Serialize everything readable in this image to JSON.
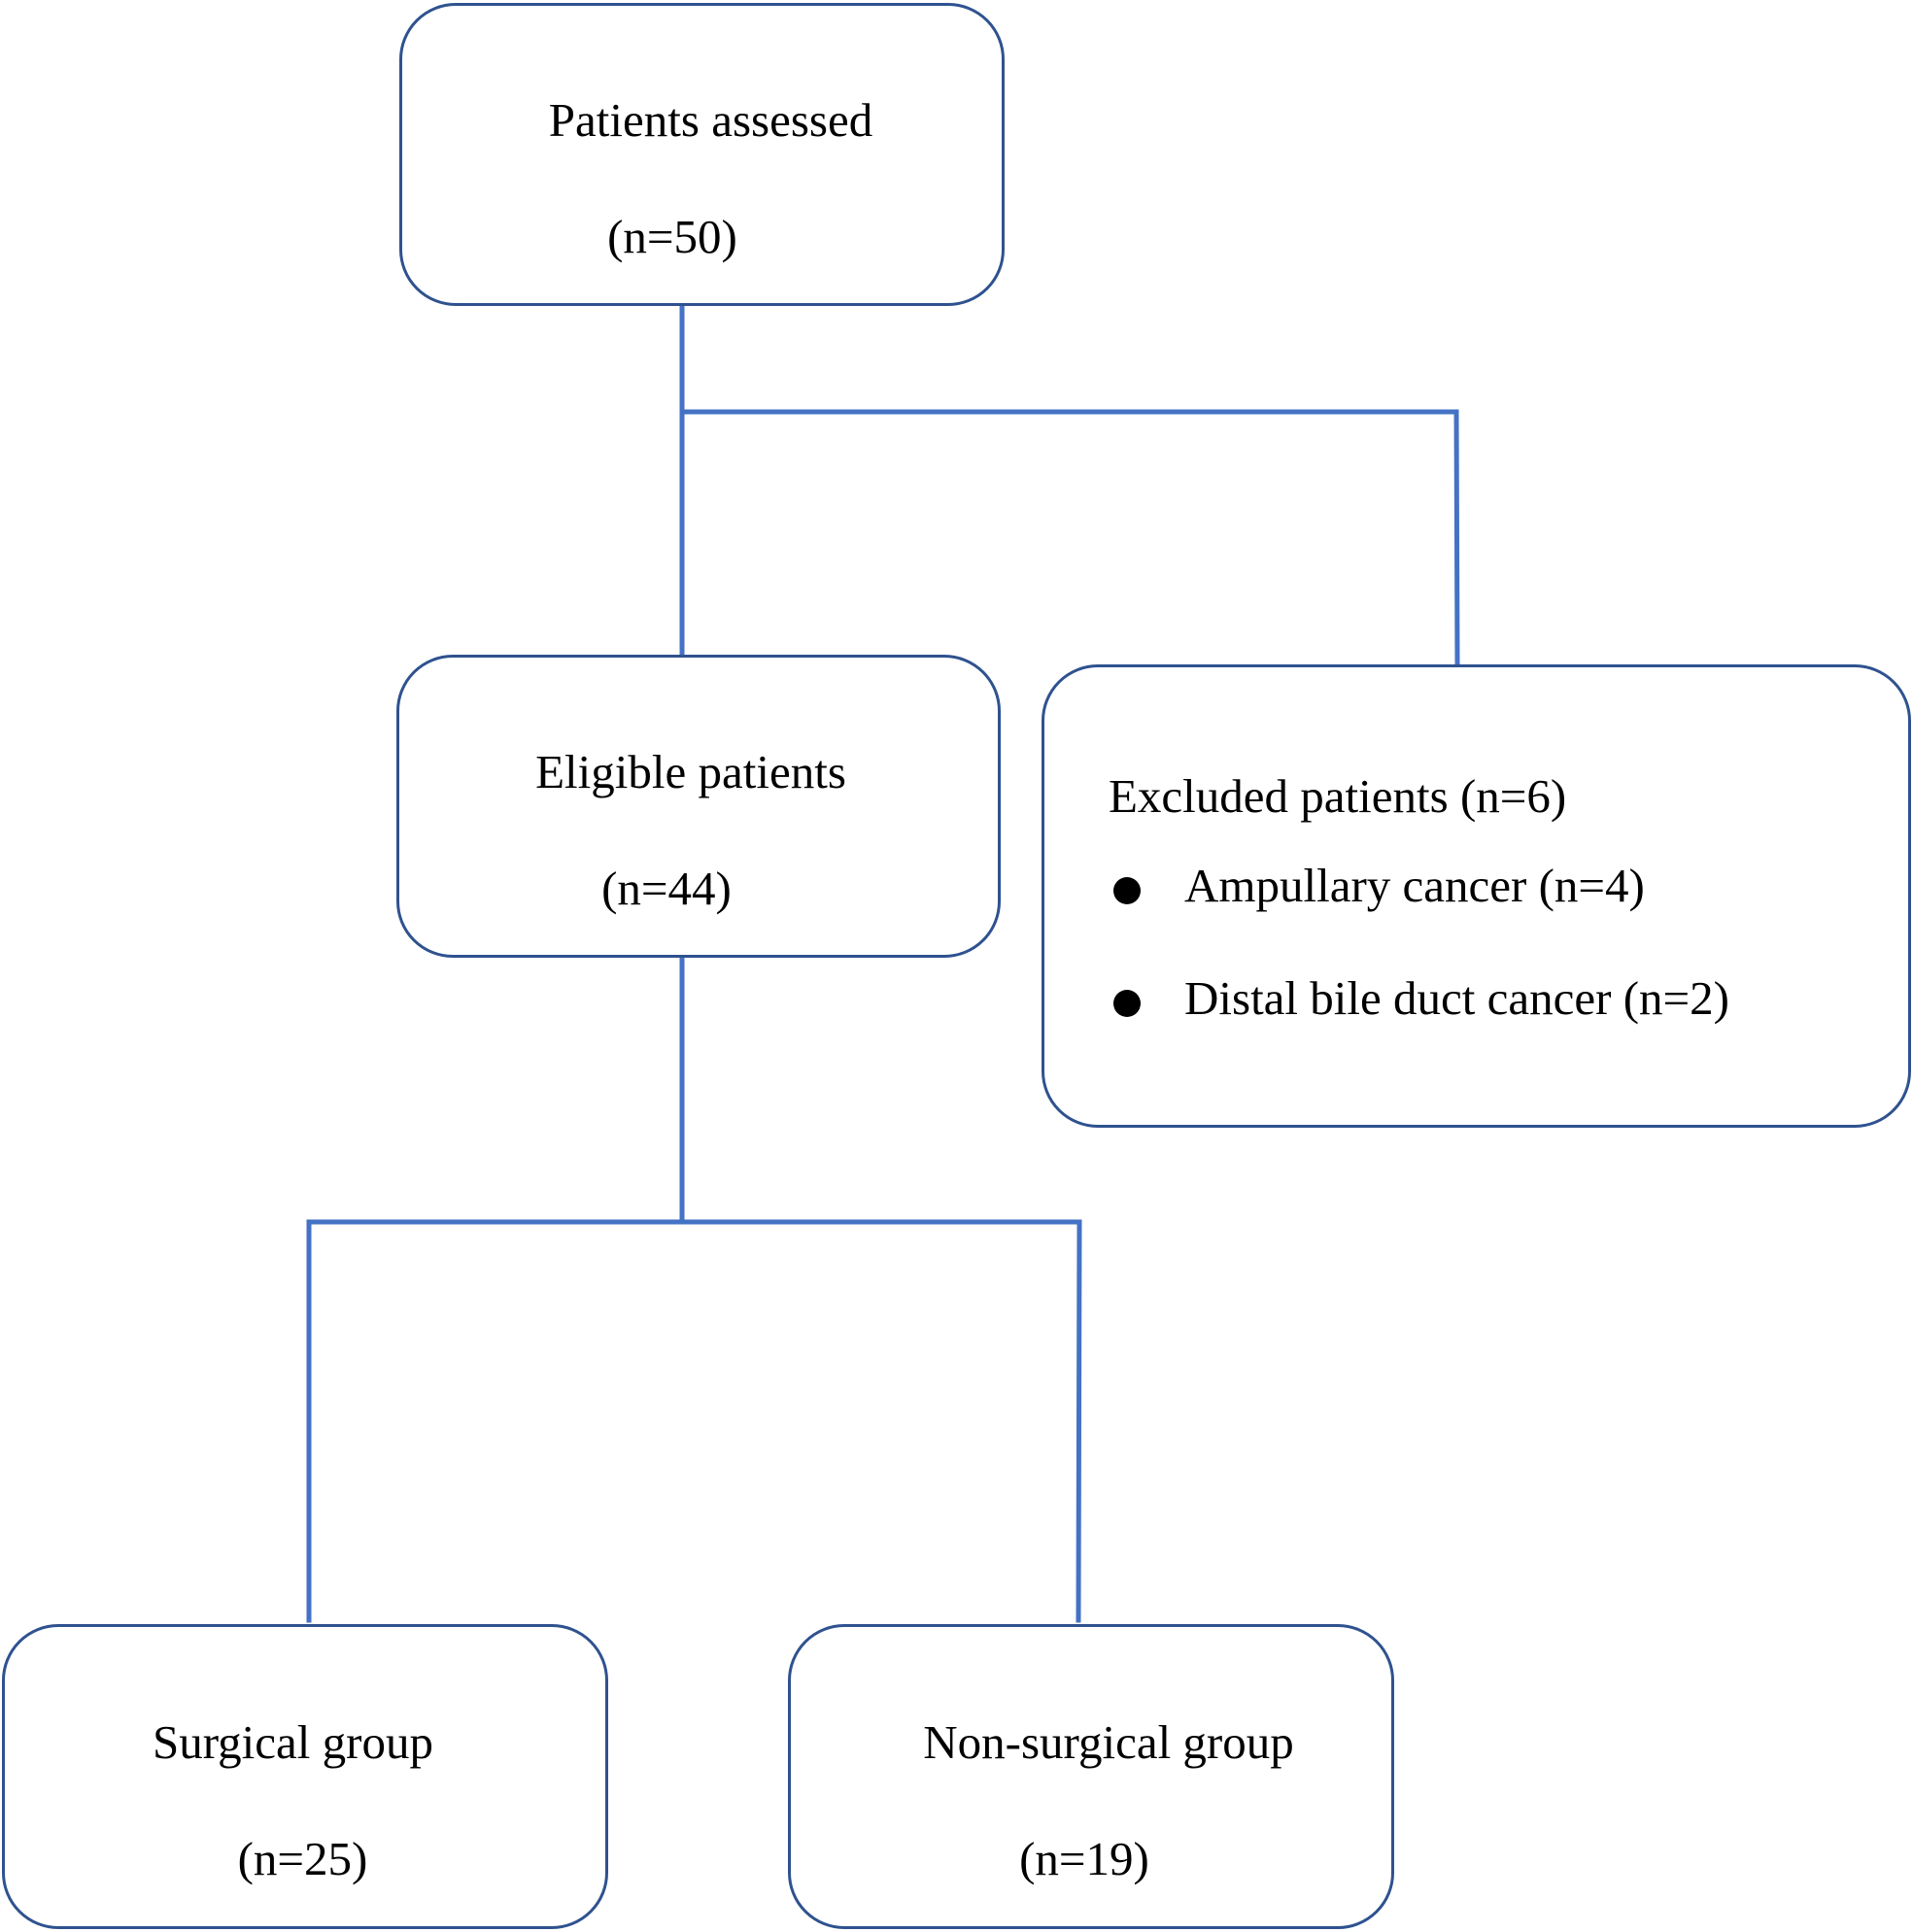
{
  "flowchart": {
    "assessed": {
      "title": "Patients assessed",
      "count": "(n=50)"
    },
    "eligible": {
      "title": "Eligible patients",
      "count": "(n=44)"
    },
    "excluded": {
      "heading": "Excluded patients  (n=6)",
      "items": [
        "Ampullary cancer (n=4)",
        "Distal bile duct cancer (n=2)"
      ]
    },
    "surgical": {
      "title": "Surgical group",
      "count": "(n=25)"
    },
    "nonsurgical": {
      "title": "Non-surgical group",
      "count": "(n=19)"
    }
  },
  "colors": {
    "connector": "#4472C4",
    "box_border": "#2F528F"
  }
}
